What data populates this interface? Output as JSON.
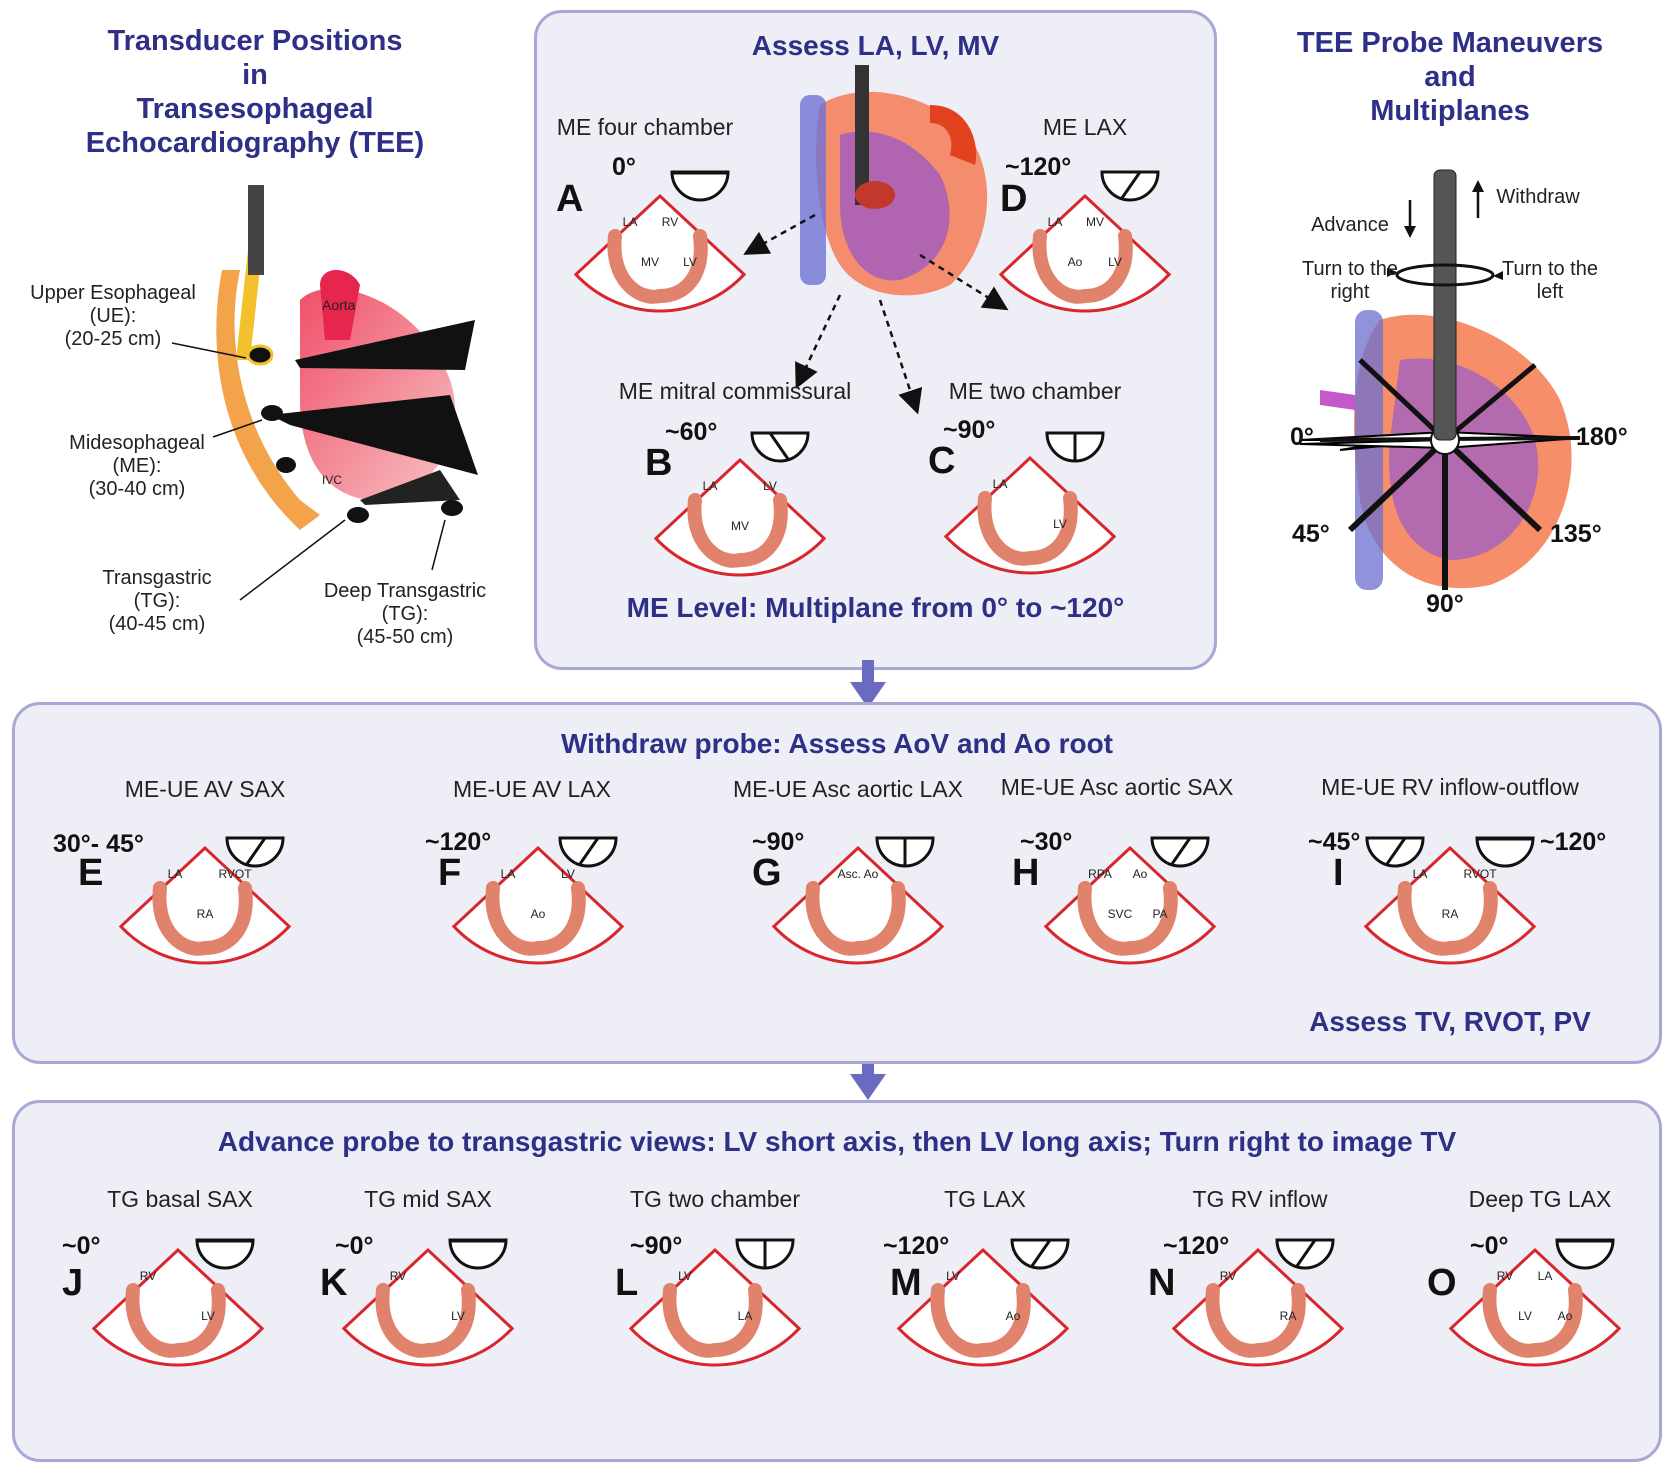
{
  "left_panel": {
    "title_lines": [
      "Transducer Positions",
      "in",
      "Transesophageal",
      "Echocardiography (TEE)"
    ],
    "labels": {
      "ue": [
        "Upper Esophageal",
        "(UE):",
        "(20-25 cm)"
      ],
      "me": [
        "Midesophageal",
        "(ME):",
        "(30-40 cm)"
      ],
      "tg": [
        "Transgastric",
        "(TG):",
        "(40-45 cm)"
      ],
      "dtg": [
        "Deep Transgastric",
        "(TG):",
        "(45-50 cm)"
      ]
    },
    "heart_labels": {
      "aorta": "Aorta",
      "ivc": "IVC"
    }
  },
  "top_box": {
    "title": "Assess LA, LV, MV",
    "footer": "ME Level: Multiplane from 0° to ~120°",
    "views": [
      {
        "letter": "A",
        "name": "ME four chamber",
        "angle": "0°",
        "structures": [
          "LA",
          "MV",
          "RV",
          "LV"
        ]
      },
      {
        "letter": "B",
        "name": "ME mitral commissural",
        "angle": "~60°",
        "structures": [
          "LA",
          "MV",
          "LV"
        ]
      },
      {
        "letter": "C",
        "name": "ME two chamber",
        "angle": "~90°",
        "structures": [
          "LA",
          "LV"
        ]
      },
      {
        "letter": "D",
        "name": "ME LAX",
        "angle": "~120°",
        "structures": [
          "LA",
          "Ao",
          "MV",
          "LV"
        ]
      }
    ]
  },
  "right_panel": {
    "title_lines": [
      "TEE Probe Maneuvers",
      "and",
      "Multiplanes"
    ],
    "advance": "Advance",
    "withdraw": "Withdraw",
    "turn_right": [
      "Turn to the",
      "right"
    ],
    "turn_left": [
      "Turn to the",
      "left"
    ],
    "angles": {
      "a0": "0°",
      "a45": "45°",
      "a90": "90°",
      "a135": "135°",
      "a180": "180°"
    }
  },
  "middle_box": {
    "title": "Withdraw probe: Assess AoV and Ao root",
    "footer": "Assess TV, RVOT, PV",
    "views": [
      {
        "letter": "E",
        "name": "ME-UE AV SAX",
        "angle": "30°- 45°",
        "structures": [
          "LA",
          "RA",
          "RVOT"
        ]
      },
      {
        "letter": "F",
        "name": "ME-UE AV LAX",
        "angle": "~120°",
        "structures": [
          "LA",
          "Ao",
          "LV"
        ]
      },
      {
        "letter": "G",
        "name": "ME-UE Asc aortic LAX",
        "angle": "~90°",
        "structures": [
          "Asc. Ao"
        ]
      },
      {
        "letter": "H",
        "name": "ME-UE Asc aortic SAX",
        "angle": "~30°",
        "structures": [
          "RPA",
          "SVC",
          "Ao",
          "PA"
        ]
      },
      {
        "letter": "I",
        "name": "ME-UE RV inflow-outflow",
        "angle": "~45°",
        "angle2": "~120°",
        "structures": [
          "LA",
          "RA",
          "RVOT"
        ]
      }
    ]
  },
  "bottom_box": {
    "title": "Advance probe to transgastric views: LV short axis, then LV long axis; Turn right to image TV",
    "views": [
      {
        "letter": "J",
        "name": "TG basal SAX",
        "angle": "~0°",
        "structures": [
          "RV",
          "LV"
        ]
      },
      {
        "letter": "K",
        "name": "TG mid SAX",
        "angle": "~0°",
        "structures": [
          "RV",
          "LV"
        ]
      },
      {
        "letter": "L",
        "name": "TG two chamber",
        "angle": "~90°",
        "structures": [
          "LV",
          "LA"
        ]
      },
      {
        "letter": "M",
        "name": "TG LAX",
        "angle": "~120°",
        "structures": [
          "LV",
          "Ao"
        ]
      },
      {
        "letter": "N",
        "name": "TG RV inflow",
        "angle": "~120°",
        "structures": [
          "RV",
          "RA"
        ]
      },
      {
        "letter": "O",
        "name": "Deep TG LAX",
        "angle": "~0°",
        "structures": [
          "RV",
          "LV",
          "LA",
          "Ao"
        ]
      }
    ]
  },
  "colors": {
    "title_blue": "#2e2f86",
    "box_border": "#a9a7d6",
    "box_fill": "#eeeef6",
    "sector_red": "#d8262c",
    "myocardium": "#e0826c",
    "arrow": "#6a6ac0"
  }
}
